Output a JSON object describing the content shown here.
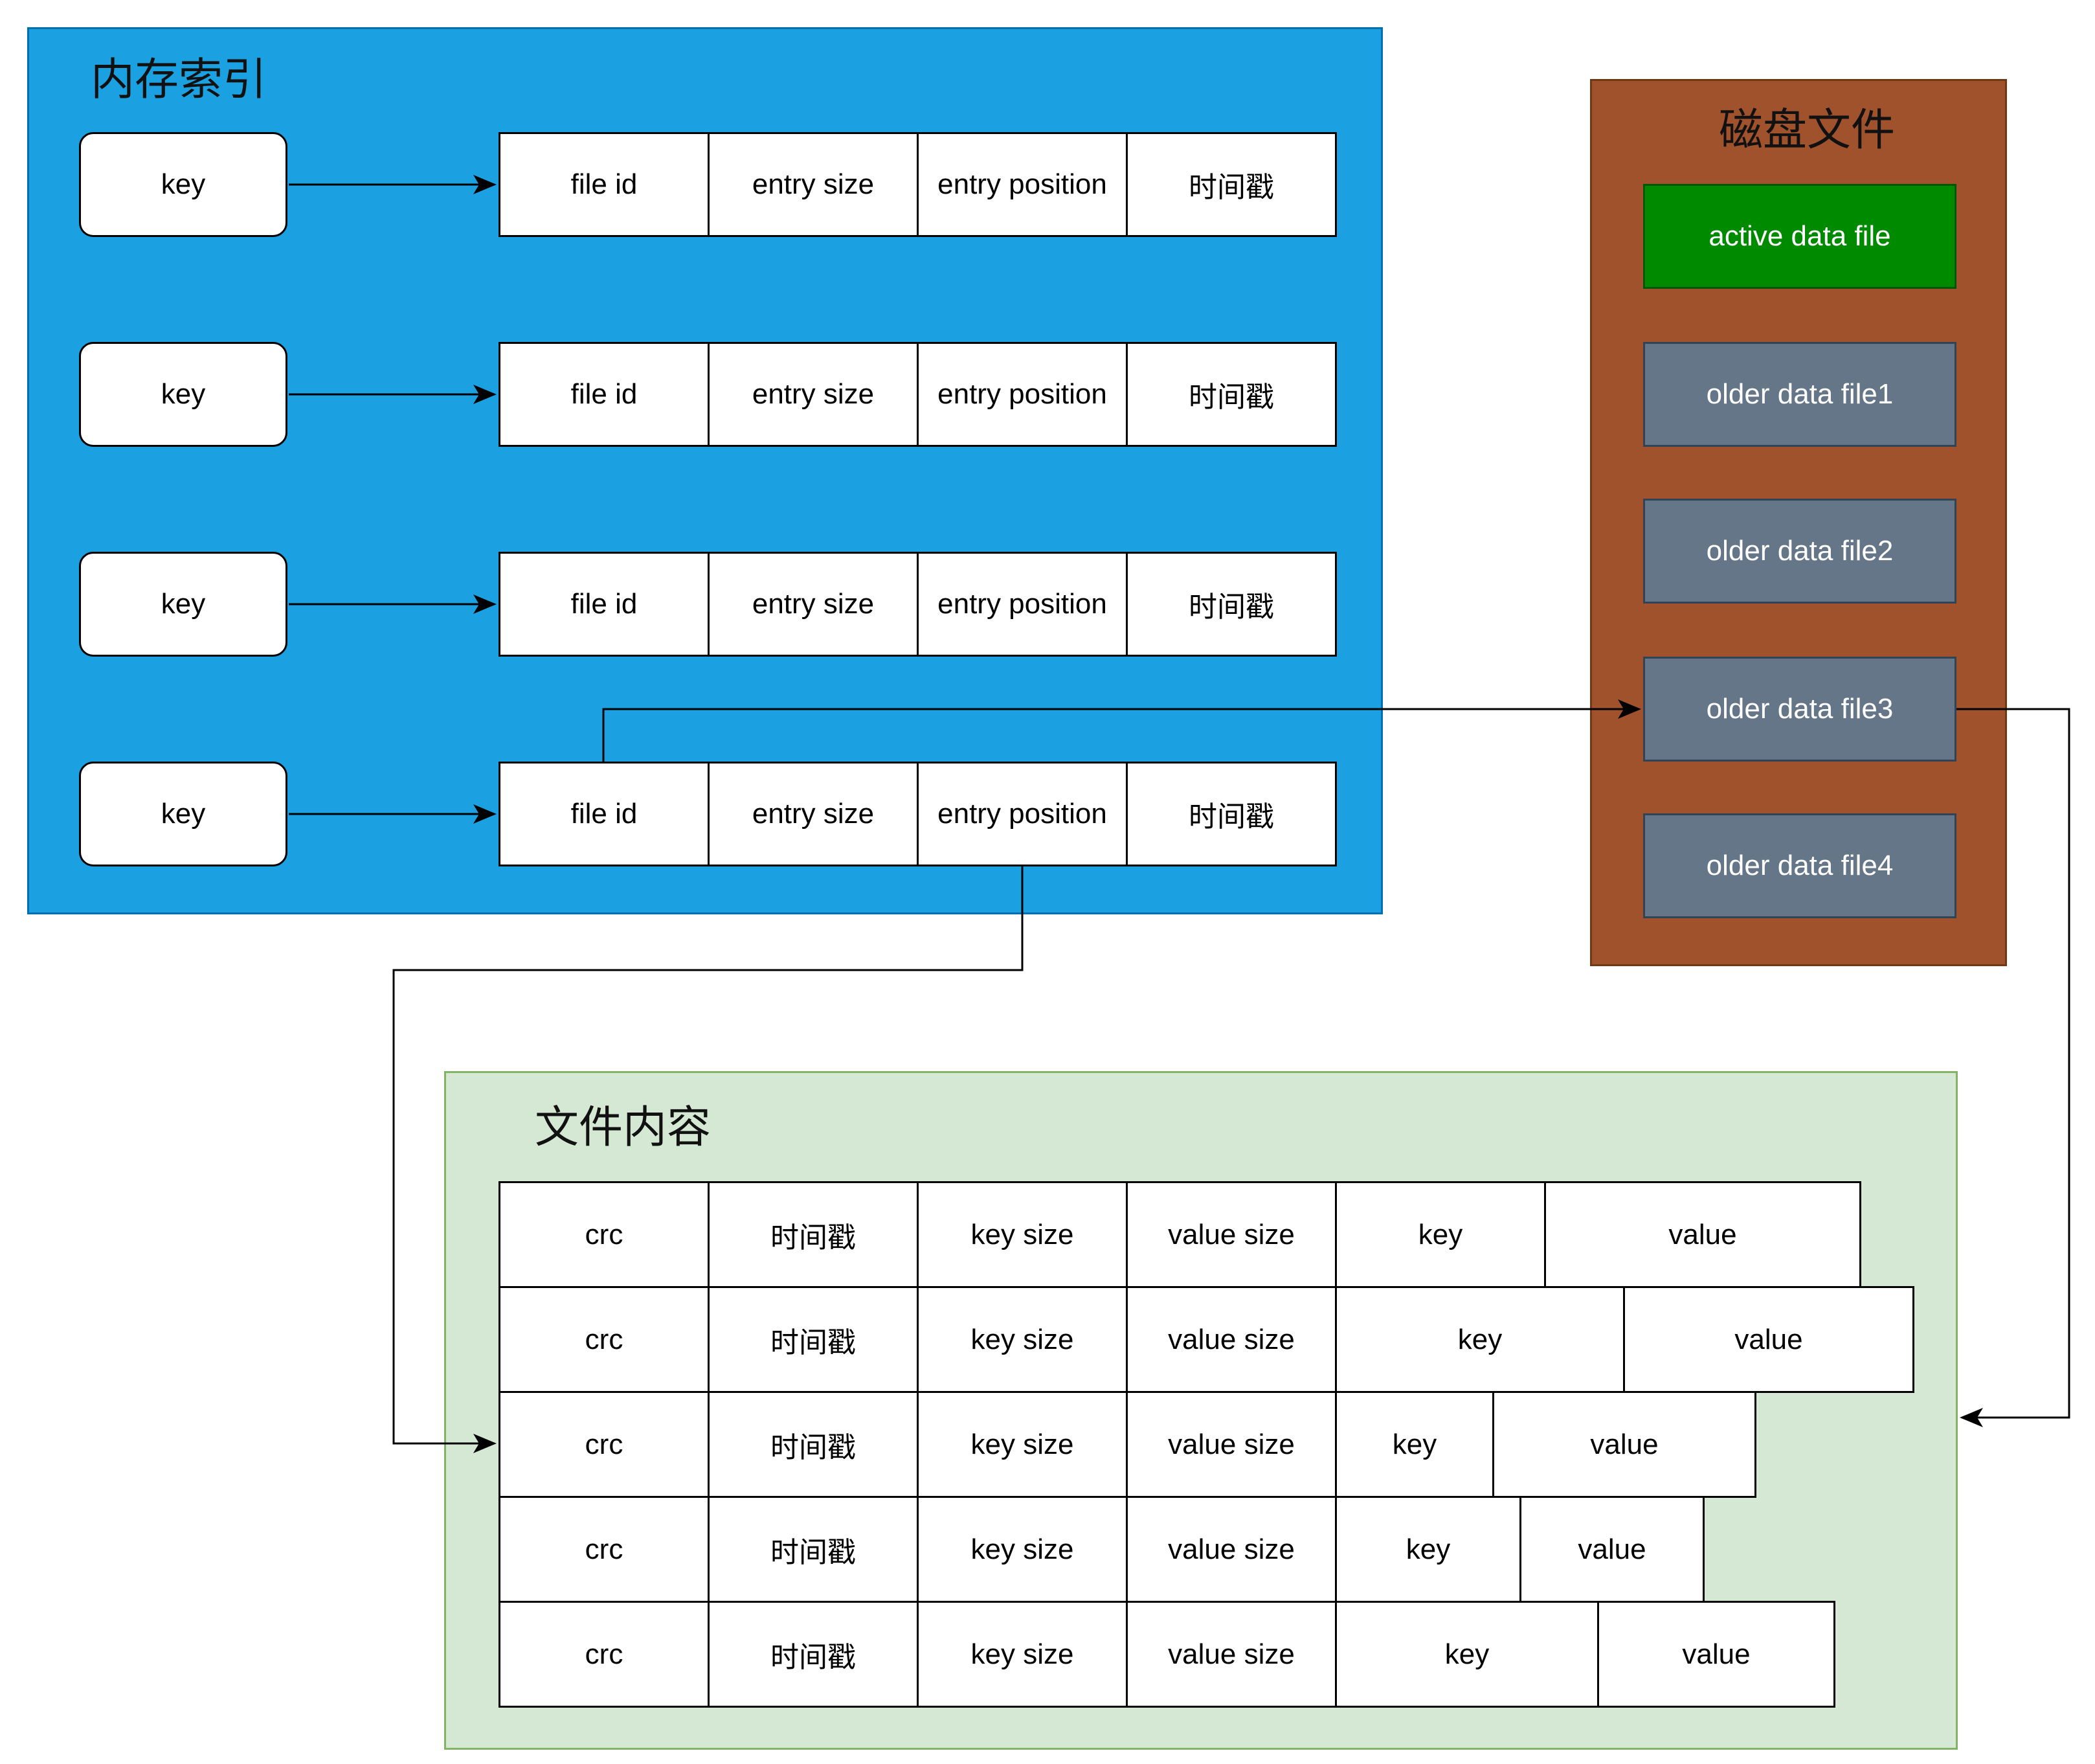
{
  "memory_index": {
    "title": "内存索引",
    "rows": [
      {
        "key": "key",
        "fields": [
          "file id",
          "entry size",
          "entry position",
          "时间戳"
        ]
      },
      {
        "key": "key",
        "fields": [
          "file id",
          "entry size",
          "entry position",
          "时间戳"
        ]
      },
      {
        "key": "key",
        "fields": [
          "file id",
          "entry size",
          "entry position",
          "时间戳"
        ]
      },
      {
        "key": "key",
        "fields": [
          "file id",
          "entry size",
          "entry position",
          "时间戳"
        ]
      }
    ]
  },
  "disk_files": {
    "title": "磁盘文件",
    "files": [
      "active data file",
      "older data file1",
      "older data file2",
      "older data file3",
      "older data file4"
    ]
  },
  "file_content": {
    "title": "文件内容",
    "rows": [
      [
        "crc",
        "时间戳",
        "key size",
        "value size",
        "key",
        "value"
      ],
      [
        "crc",
        "时间戳",
        "key size",
        "value size",
        "key",
        "value"
      ],
      [
        "crc",
        "时间戳",
        "key size",
        "value size",
        "key",
        "value"
      ],
      [
        "crc",
        "时间戳",
        "key size",
        "value size",
        "key",
        "value"
      ],
      [
        "crc",
        "时间戳",
        "key size",
        "value size",
        "key",
        "value"
      ]
    ]
  },
  "colors": {
    "memory_panel": "#1ba1e2",
    "disk_panel": "#a0522d",
    "file_panel": "#d5e8d4",
    "active_file": "#008a00",
    "older_file": "#647687"
  }
}
